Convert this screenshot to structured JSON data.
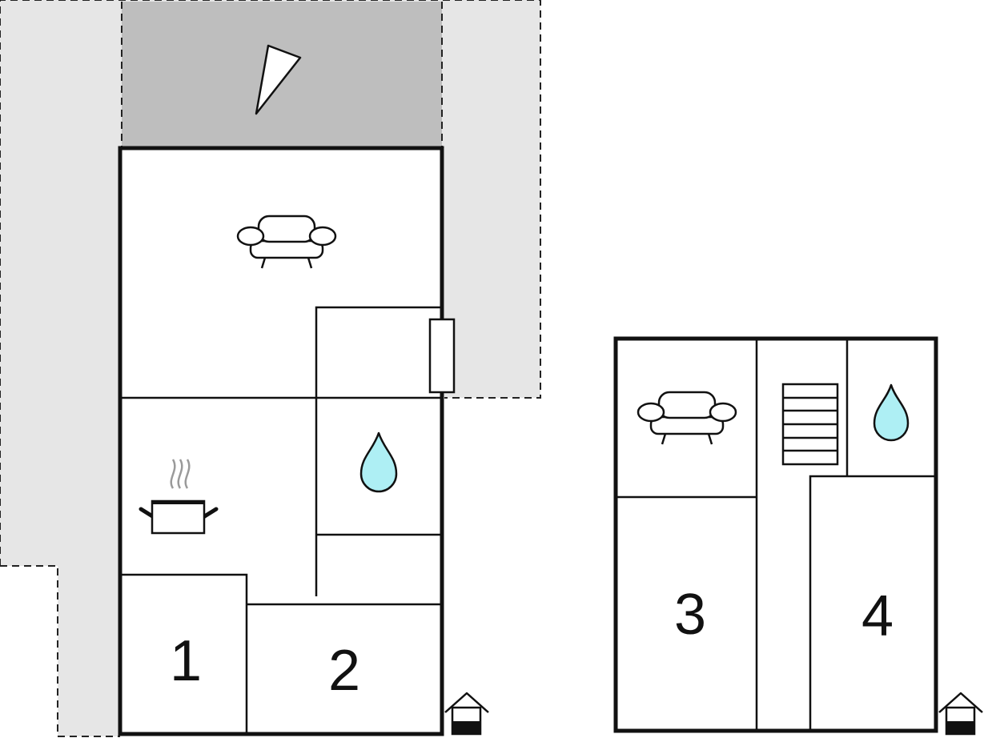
{
  "floor_plan": {
    "colors": {
      "wall": "#111111",
      "terrace": "#e6e6e6",
      "covered_terrace": "#bebebe",
      "water": "#aeeff4",
      "steam": "#9a9a9a",
      "background": "#ffffff"
    },
    "ground_floor": {
      "rooms": [
        {
          "number": "1",
          "type": "bedroom"
        },
        {
          "number": "2",
          "type": "bedroom"
        }
      ],
      "icons": [
        "compass-needle-icon",
        "sofa-icon",
        "pot-icon",
        "water-drop-icon",
        "door-icon",
        "house-level-icon"
      ]
    },
    "upper_floor": {
      "rooms": [
        {
          "number": "3",
          "type": "bedroom"
        },
        {
          "number": "4",
          "type": "bedroom"
        }
      ],
      "icons": [
        "sofa-icon",
        "stairs-icon",
        "water-drop-icon",
        "house-level-icon"
      ]
    }
  }
}
